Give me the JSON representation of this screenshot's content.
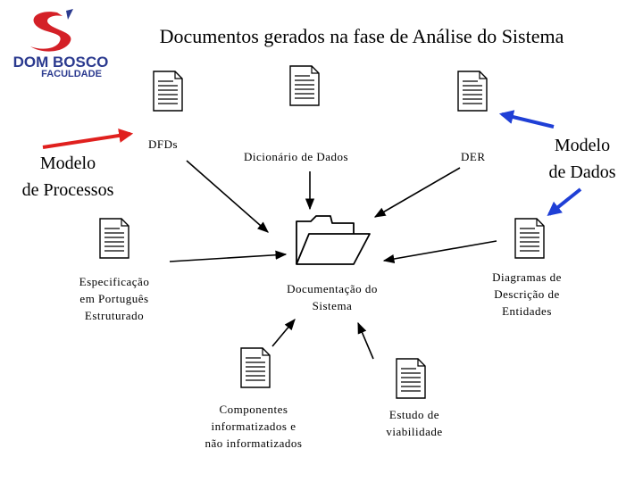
{
  "title": "Documentos gerados na fase de Análise do Sistema",
  "logo": {
    "line1": "DOM BOSCO",
    "line2": "FACULDADE",
    "colors": {
      "red": "#d42027",
      "blue": "#2b3a8f"
    }
  },
  "labels": {
    "dfds": "DFDs",
    "dicionario": "Dicionário de Dados",
    "der": "DER",
    "modelo_processos": [
      "Modelo",
      "de Processos"
    ],
    "modelo_dados": [
      "Modelo",
      "de Dados"
    ],
    "especificacao": [
      "Especificação",
      "em Português",
      "Estruturado"
    ],
    "documentacao": [
      "Documentação do",
      "Sistema"
    ],
    "diagramas": [
      "Diagramas de",
      "Descrição de",
      "Entidades"
    ],
    "componentes": [
      "Componentes",
      "informatizados e",
      "não informatizados"
    ],
    "estudo": [
      "Estudo de",
      "viabilidade"
    ]
  },
  "icons": [
    "document-icon",
    "folder-icon"
  ],
  "colors": {
    "red_arrow": "#e0201e",
    "blue_arrow": "#1f3fd6",
    "text_blue": "#1a237e"
  }
}
